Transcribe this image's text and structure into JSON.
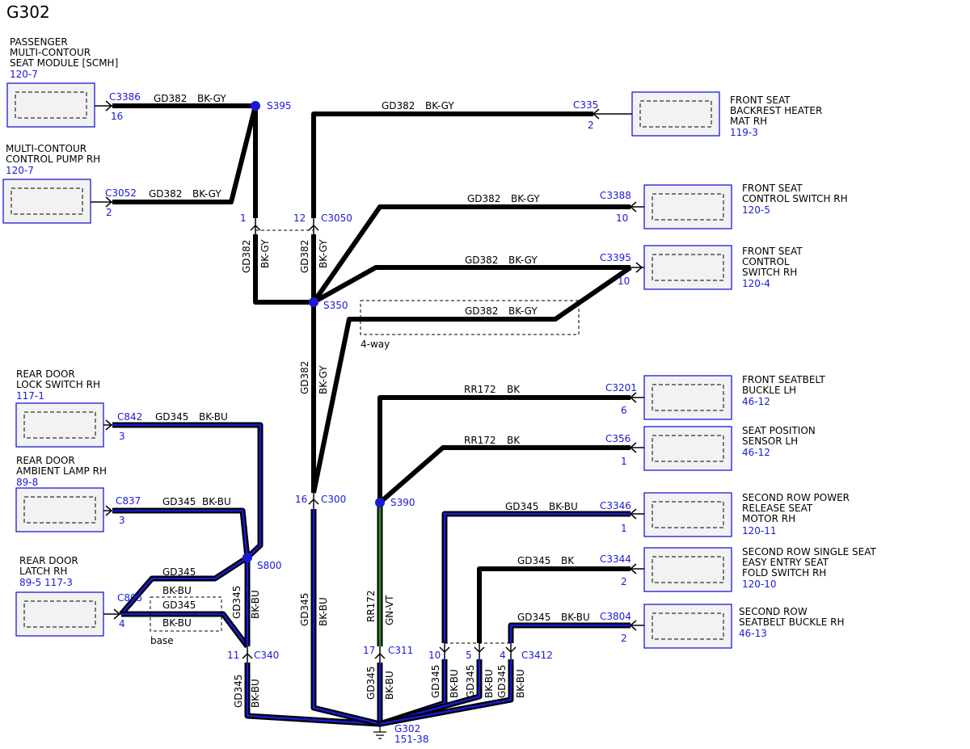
{
  "title": "G302",
  "components": [
    {
      "id": "scmh",
      "lines": [
        "PASSENGER",
        "MULTI-CONTOUR",
        "SEAT MODULE [SCMH]"
      ],
      "ref": "120-7"
    },
    {
      "id": "pump",
      "lines": [
        "MULTI-CONTOUR",
        "CONTROL PUMP RH"
      ],
      "ref": "120-7"
    },
    {
      "id": "backrest",
      "lines": [
        "FRONT SEAT",
        "BACKREST HEATER",
        "MAT RH"
      ],
      "ref": "119-3"
    },
    {
      "id": "ctrl-switch",
      "lines": [
        "FRONT SEAT",
        "CONTROL SWITCH RH"
      ],
      "ref": "120-5"
    },
    {
      "id": "ctrl-switch-2",
      "lines": [
        "FRONT SEAT",
        "CONTROL",
        "SWITCH RH"
      ],
      "ref": "120-4"
    },
    {
      "id": "seatbelt-buckle",
      "lines": [
        "FRONT SEATBELT",
        "BUCKLE LH"
      ],
      "ref": "46-12"
    },
    {
      "id": "seat-position",
      "lines": [
        "SEAT POSITION",
        "SENSOR LH"
      ],
      "ref": "46-12"
    },
    {
      "id": "release-motor",
      "lines": [
        "SECOND ROW POWER",
        "RELEASE SEAT",
        "MOTOR RH"
      ],
      "ref": "120-11"
    },
    {
      "id": "fold-switch",
      "lines": [
        "SECOND ROW SINGLE SEAT",
        "EASY ENTRY SEAT",
        "FOLD SWITCH RH"
      ],
      "ref": "120-10"
    },
    {
      "id": "row2-buckle",
      "lines": [
        "SECOND ROW",
        "SEATBELT BUCKLE RH"
      ],
      "ref": "46-13"
    },
    {
      "id": "lock-switch",
      "lines": [
        "REAR DOOR",
        "LOCK SWITCH RH"
      ],
      "ref": "117-1"
    },
    {
      "id": "ambient-lamp",
      "lines": [
        "REAR DOOR",
        "AMBIENT LAMP RH"
      ],
      "ref": "89-8"
    },
    {
      "id": "latch",
      "lines": [
        "REAR DOOR",
        "LATCH RH"
      ],
      "ref": "89-5   117-3"
    }
  ],
  "connectors": [
    {
      "id": "c3386",
      "name": "C3386",
      "pin": "16"
    },
    {
      "id": "c3052",
      "name": "C3052",
      "pin": "2"
    },
    {
      "id": "c335",
      "name": "C335",
      "pin": "2"
    },
    {
      "id": "c3388",
      "name": "C3388",
      "pin": "10"
    },
    {
      "id": "c3395",
      "name": "C3395",
      "pin": "10"
    },
    {
      "id": "c3050",
      "name": "C3050",
      "pins": [
        "1",
        "12"
      ]
    },
    {
      "id": "c3201",
      "name": "C3201",
      "pin": "6"
    },
    {
      "id": "c356",
      "name": "C356",
      "pin": "1"
    },
    {
      "id": "c3346",
      "name": "C3346",
      "pin": "1"
    },
    {
      "id": "c3344",
      "name": "C3344",
      "pin": "2"
    },
    {
      "id": "c3804",
      "name": "C3804",
      "pin": "2"
    },
    {
      "id": "c842",
      "name": "C842",
      "pin": "3"
    },
    {
      "id": "c837",
      "name": "C837",
      "pin": "3"
    },
    {
      "id": "c805",
      "name": "C805",
      "pin": "4"
    },
    {
      "id": "c300",
      "name": "C300",
      "pin": "16"
    },
    {
      "id": "c340",
      "name": "C340",
      "pin": "11"
    },
    {
      "id": "c311",
      "name": "C311",
      "pin": "17"
    },
    {
      "id": "c3412",
      "name": "C3412",
      "pins": [
        "10",
        "5",
        "4"
      ]
    }
  ],
  "splices": [
    {
      "id": "s395",
      "name": "S395"
    },
    {
      "id": "s350",
      "name": "S350"
    },
    {
      "id": "s390",
      "name": "S390"
    },
    {
      "id": "s800",
      "name": "S800"
    }
  ],
  "ground": {
    "name": "G302",
    "ref": "151-38"
  },
  "wire_labels": [
    {
      "id": "w-scmh",
      "circuit": "GD382",
      "color": "BK-GY"
    },
    {
      "id": "w-pump",
      "circuit": "GD382",
      "color": "BK-GY"
    },
    {
      "id": "w-backrest",
      "circuit": "GD382",
      "color": "BK-GY"
    },
    {
      "id": "w-ctrl-switch",
      "circuit": "GD382",
      "color": "BK-GY"
    },
    {
      "id": "w-ctrl-switch-2",
      "circuit": "GD382",
      "color": "BK-GY"
    },
    {
      "id": "w-4way",
      "circuit": "GD382",
      "color": "BK-GY"
    },
    {
      "id": "w-s395-down",
      "circuit": "GD382",
      "color": "BK-GY"
    },
    {
      "id": "w-c3050-down",
      "circuit": "GD382",
      "color": "BK-GY"
    },
    {
      "id": "w-s350-down",
      "circuit": "GD382",
      "color": "BK-GY"
    },
    {
      "id": "w-seatbelt",
      "circuit": "RR172",
      "color": "BK"
    },
    {
      "id": "w-seat-position",
      "circuit": "RR172",
      "color": "BK"
    },
    {
      "id": "w-s390-down",
      "circuit": "RR172",
      "color": "GN-VT"
    },
    {
      "id": "w-release-motor",
      "circuit": "GD345",
      "color": "BK-BU"
    },
    {
      "id": "w-fold-switch",
      "circuit": "GD345",
      "color": "BK"
    },
    {
      "id": "w-row2-buckle",
      "circuit": "GD345",
      "color": "BK-BU"
    },
    {
      "id": "w-lock-switch",
      "circuit": "GD345",
      "color": "BK-BU"
    },
    {
      "id": "w-ambient-lamp",
      "circuit": "GD345",
      "color": "BK-BU"
    },
    {
      "id": "w-latch-1",
      "circuit": "GD345",
      "color": "BK-BU"
    },
    {
      "id": "w-latch-2",
      "circuit": "GD345",
      "color": "BK-BU"
    },
    {
      "id": "w-s800-down",
      "circuit": "GD345",
      "color": "BK-BU"
    },
    {
      "id": "w-c300-down",
      "circuit": "GD345",
      "color": "BK-BU"
    },
    {
      "id": "w-c340-down",
      "circuit": "GD345",
      "color": "BK-BU"
    },
    {
      "id": "w-c311-down",
      "circuit": "GD345",
      "color": "BK-BU"
    },
    {
      "id": "w-c3412-10",
      "circuit": "GD345",
      "color": "BK-BU"
    },
    {
      "id": "w-c3412-5",
      "circuit": "GD345",
      "color": "BK-BU"
    },
    {
      "id": "w-c3412-4",
      "circuit": "GD345",
      "color": "BK-BU"
    }
  ],
  "notes": {
    "four_way": "4-way",
    "base": "base"
  },
  "colors": {
    "connector_text": "#1a1ad6",
    "splice": "#1a1ad6",
    "wire_blue_core": "#1a1ad6",
    "wire_green_core": "#2e8a2e"
  }
}
